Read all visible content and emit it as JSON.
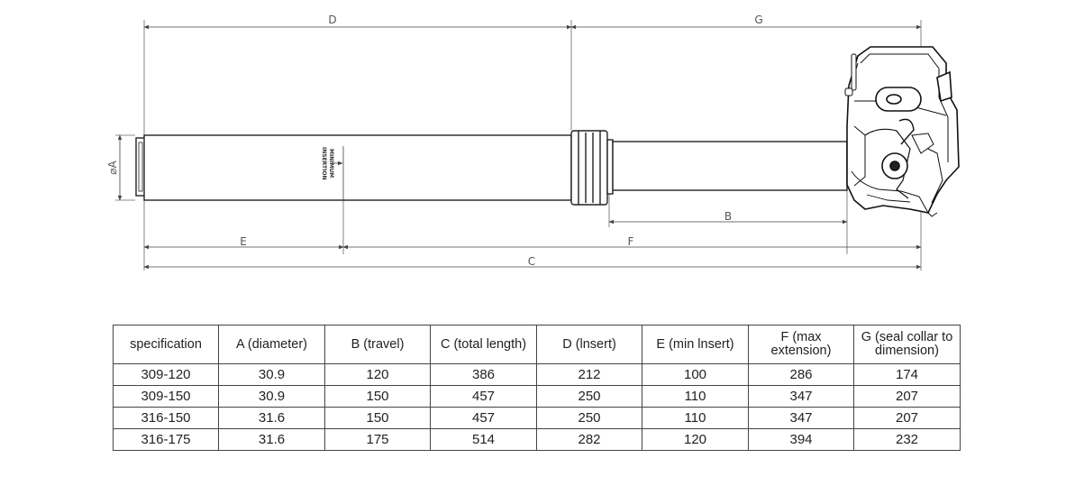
{
  "drawing": {
    "dimension_labels": {
      "d": "D",
      "g": "G",
      "a": "⌀A",
      "b": "B",
      "e": "E",
      "f": "F",
      "c": "C"
    },
    "marking_text": [
      "MINIMUM",
      "INSERTION"
    ]
  },
  "table": {
    "headers": [
      "specification",
      "A (diameter)",
      "B (travel)",
      "C (total length)",
      "D (lnsert)",
      "E (min lnsert)",
      "F (max extension)",
      "G (seal collar to dimension)"
    ],
    "rows": [
      [
        "309-120",
        "30.9",
        "120",
        "386",
        "212",
        "100",
        "286",
        "174"
      ],
      [
        "309-150",
        "30.9",
        "150",
        "457",
        "250",
        "110",
        "347",
        "207"
      ],
      [
        "316-150",
        "31.6",
        "150",
        "457",
        "250",
        "110",
        "347",
        "207"
      ],
      [
        "316-175",
        "31.6",
        "175",
        "514",
        "282",
        "120",
        "394",
        "232"
      ]
    ]
  }
}
